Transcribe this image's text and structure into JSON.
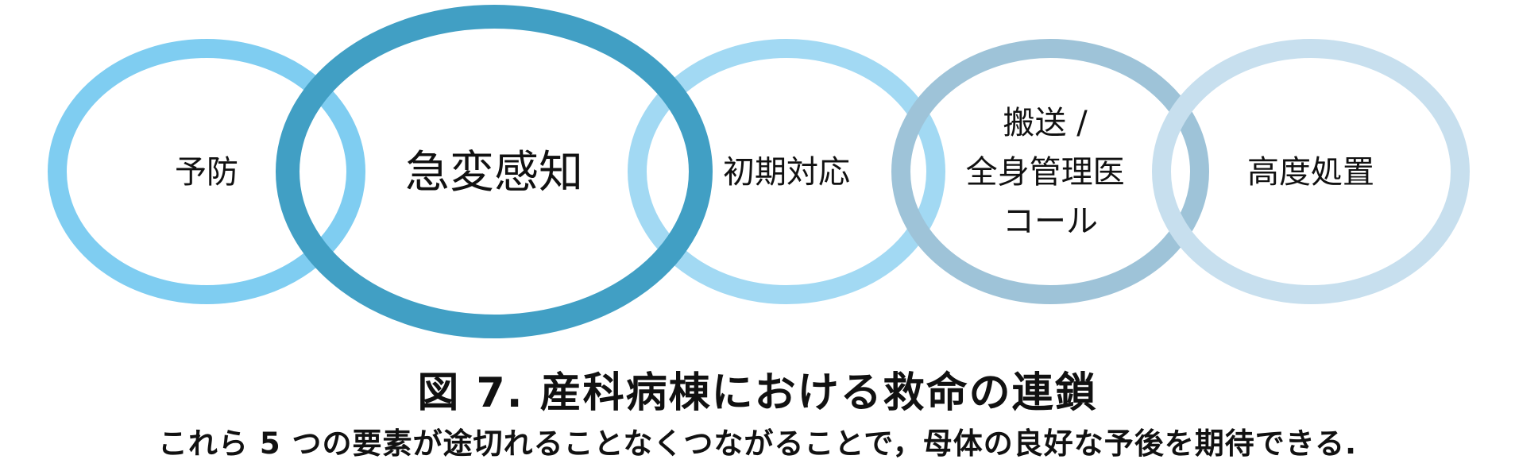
{
  "stages": [
    {
      "label_lines": [
        "予防"
      ],
      "ring_color": "#7fcdf1",
      "emphasis": false
    },
    {
      "label_lines": [
        "急変感知"
      ],
      "ring_color": "#419fc4",
      "emphasis": true
    },
    {
      "label_lines": [
        "初期対応"
      ],
      "ring_color": "#a2d9f3",
      "emphasis": false
    },
    {
      "label_lines": [
        "搬送 /",
        "全身管理医",
        "コール"
      ],
      "ring_color": "#9ec3d8",
      "emphasis": false
    },
    {
      "label_lines": [
        "高度処置"
      ],
      "ring_color": "#c7dfee",
      "emphasis": false
    }
  ],
  "caption": {
    "title": "図 7.  産科病棟における救命の連鎖",
    "subtitle": "これら 5 つの要素が途切れることなくつながることで，母体の良好な予後を期待できる."
  },
  "colors": {
    "text": "#111111",
    "background": "#ffffff"
  }
}
